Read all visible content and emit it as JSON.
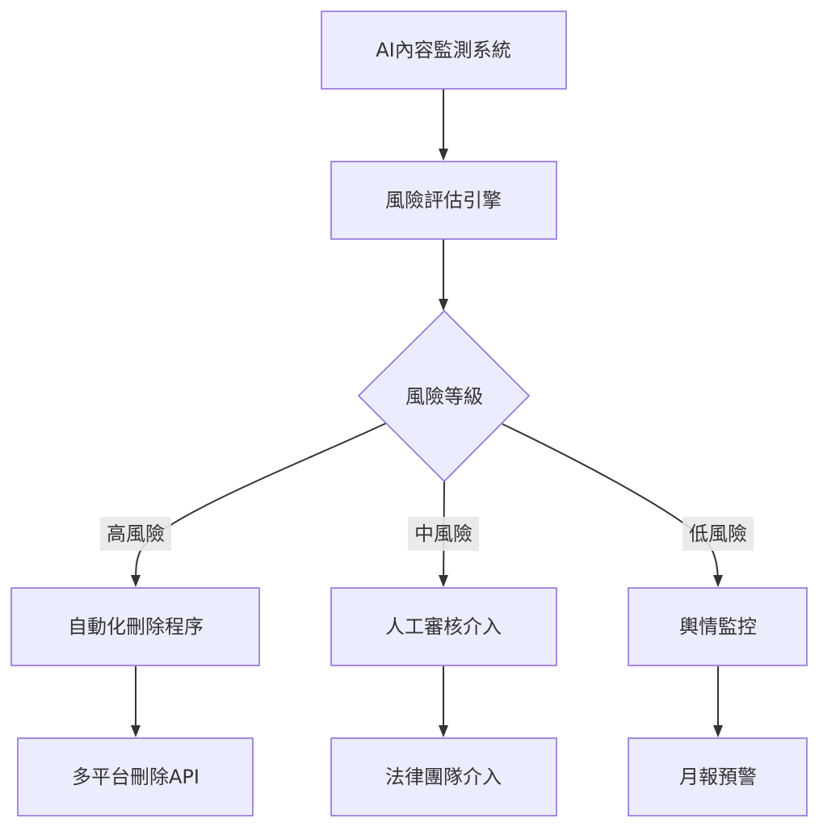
{
  "colors": {
    "node_fill": "#ececff",
    "node_stroke": "#9370db",
    "edge": "#333333",
    "label_bg": "#e8e8e8",
    "text": "#333333"
  },
  "nodes": {
    "system": "AI內容監測系統",
    "engine": "風險評估引擎",
    "level": "風險等級",
    "auto_delete": "自動化刪除程序",
    "manual_review": "人工審核介入",
    "opinion": "輿情監控",
    "multi_api": "多平台刪除API",
    "legal": "法律團隊介入",
    "monthly": "月報預警"
  },
  "edge_labels": {
    "high": "高風險",
    "medium": "中風險",
    "low": "低風險"
  }
}
